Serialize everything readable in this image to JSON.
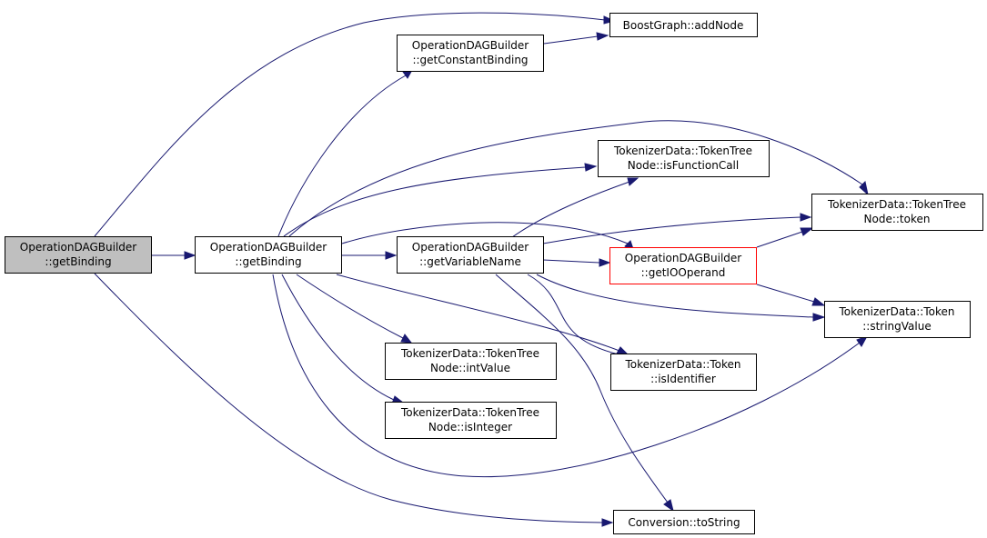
{
  "colors": {
    "edge": "#191970",
    "root_fill": "#bfbfbf",
    "node_fill": "#ffffff",
    "node_border": "#000000",
    "highlight_border": "#ff0000"
  },
  "nodes": {
    "root": {
      "line1": "OperationDAGBuilder",
      "line2": "::getBinding"
    },
    "getBinding": {
      "line1": "OperationDAGBuilder",
      "line2": "::getBinding"
    },
    "getConst": {
      "line1": "OperationDAGBuilder",
      "line2": "::getConstantBinding"
    },
    "getVarName": {
      "line1": "OperationDAGBuilder",
      "line2": "::getVariableName"
    },
    "addNode": {
      "line1": "BoostGraph::addNode",
      "line2": ""
    },
    "isFuncCall": {
      "line1": "TokenizerData::TokenTree",
      "line2": "Node::isFunctionCall"
    },
    "getIO": {
      "line1": "OperationDAGBuilder",
      "line2": "::getIOOperand"
    },
    "intValue": {
      "line1": "TokenizerData::TokenTree",
      "line2": "Node::intValue"
    },
    "isInteger": {
      "line1": "TokenizerData::TokenTree",
      "line2": "Node::isInteger"
    },
    "isIdent": {
      "line1": "TokenizerData::Token",
      "line2": "::isIdentifier"
    },
    "token": {
      "line1": "TokenizerData::TokenTree",
      "line2": "Node::token"
    },
    "stringValue": {
      "line1": "TokenizerData::Token",
      "line2": "::stringValue"
    },
    "toString": {
      "line1": "Conversion::toString",
      "line2": ""
    }
  }
}
